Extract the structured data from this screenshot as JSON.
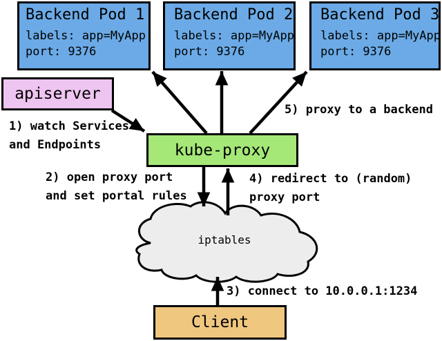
{
  "colors": {
    "pod_fill": "#6BAAE6",
    "apiserver_fill": "#EEC4F0",
    "kube_proxy_fill": "#A5E878",
    "client_fill": "#EFC77F",
    "cloud_fill": "#EDEDED",
    "outline": "#000000",
    "background": "#FFFFFF",
    "text": "#000000"
  },
  "nodes": {
    "pods": [
      {
        "title": "Backend Pod 1",
        "labels": "labels: app=MyApp",
        "port": "port: 9376"
      },
      {
        "title": "Backend Pod 2",
        "labels": "labels: app=MyApp",
        "port": "port: 9376"
      },
      {
        "title": "Backend Pod 3",
        "labels": "labels: app=MyApp",
        "port": "port: 9376"
      }
    ],
    "apiserver": {
      "label": "apiserver"
    },
    "kube_proxy": {
      "label": "kube-proxy"
    },
    "iptables": {
      "label": "iptables"
    },
    "client": {
      "label": "Client"
    }
  },
  "annotations": {
    "step1": "1) watch Services\nand Endpoints",
    "step2": "2) open proxy port\nand set portal rules",
    "step3": "3) connect to 10.0.0.1:1234",
    "step4": "4) redirect to (random)\nproxy port",
    "step5": "5) proxy to a backend"
  }
}
